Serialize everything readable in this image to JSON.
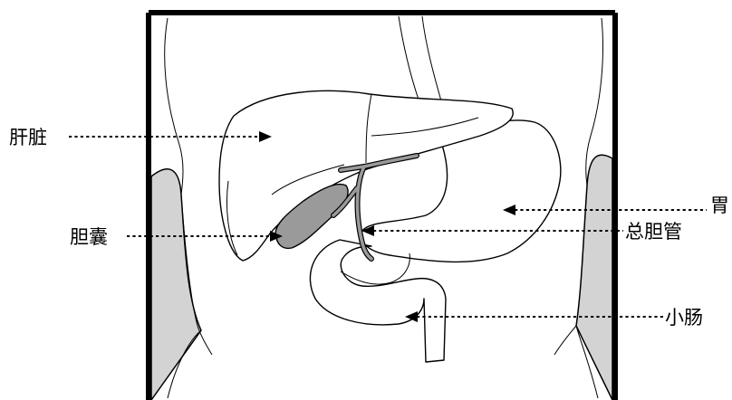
{
  "labels": {
    "liver": "肝脏",
    "gallbladder": "胆囊",
    "stomach": "胃",
    "common_bile_duct": "总胆管",
    "small_intestine": "小肠"
  },
  "colors": {
    "outline": "#000000",
    "gallbladder_fill": "#9a9a9a",
    "side_shading": "#d3d3d3",
    "background": "#ffffff"
  }
}
